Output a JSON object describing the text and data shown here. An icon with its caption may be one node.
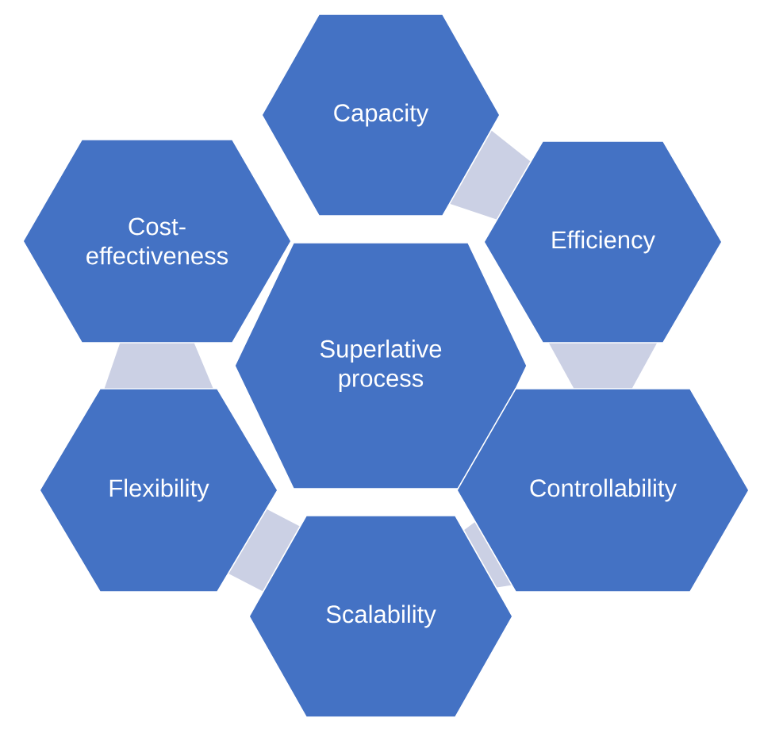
{
  "diagram": {
    "nodes": [
      {
        "text": [
          "Capacity"
        ]
      },
      {
        "text": [
          "Cost-effectiveness"
        ]
      },
      {
        "text": [
          "Efficiency"
        ]
      },
      {
        "text": [
          "Superlative process"
        ]
      },
      {
        "text": [
          "Flexibility"
        ]
      },
      {
        "text": [
          "Controllability"
        ]
      },
      {
        "text": [
          "Scalability"
        ]
      }
    ],
    "edges": [
      {
        "from": 0,
        "to": 2,
        "arrow": "none"
      },
      {
        "from": 2,
        "to": 5,
        "arrow": "none"
      },
      {
        "from": 5,
        "to": 6,
        "arrow": "none"
      },
      {
        "from": 6,
        "to": 4,
        "arrow": "none"
      },
      {
        "from": 4,
        "to": 1,
        "arrow": "none"
      }
    ]
  }
}
